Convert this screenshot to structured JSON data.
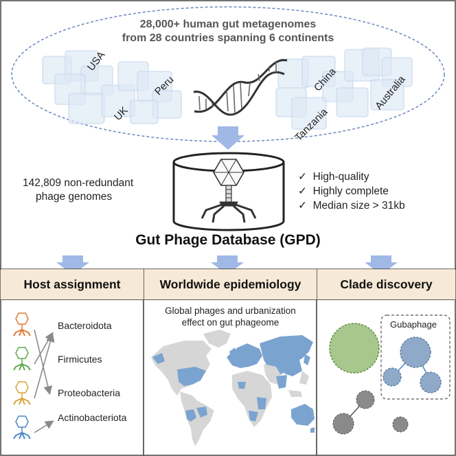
{
  "top": {
    "title_line1": "28,000+ human gut metagenomes",
    "title_line2": "from 28 countries spanning 6 continents",
    "countries": [
      "USA",
      "Peru",
      "UK",
      "China",
      "Tanzania",
      "Australia"
    ]
  },
  "middle": {
    "genomes_line1": "142,809 non-redundant",
    "genomes_line2": "phage genomes",
    "checklist": [
      "High-quality",
      "Highly complete",
      "Median size > 31kb"
    ],
    "check_mark": "✓",
    "database_title": "Gut Phage Database (GPD)"
  },
  "panels": {
    "host": {
      "header": "Host assignment",
      "items": [
        "Bacteroidota",
        "Firmicutes",
        "Proteobacteria",
        "Actinobacteriota"
      ],
      "colors": [
        "#e07a35",
        "#5fa84a",
        "#d9a436",
        "#4b87c6"
      ]
    },
    "epi": {
      "header": "Worldwide epidemiology",
      "desc_line1": "Global phages and urbanization",
      "desc_line2": "effect on gut phageome"
    },
    "clade": {
      "header": "Clade discovery",
      "gubaphage_label": "Gubaphage"
    }
  },
  "colors": {
    "accent_blue": "#9fb8e6",
    "header_bg": "#f7e9d7",
    "map_highlight": "#7ba3cf",
    "map_grey": "#d6d6d6"
  }
}
